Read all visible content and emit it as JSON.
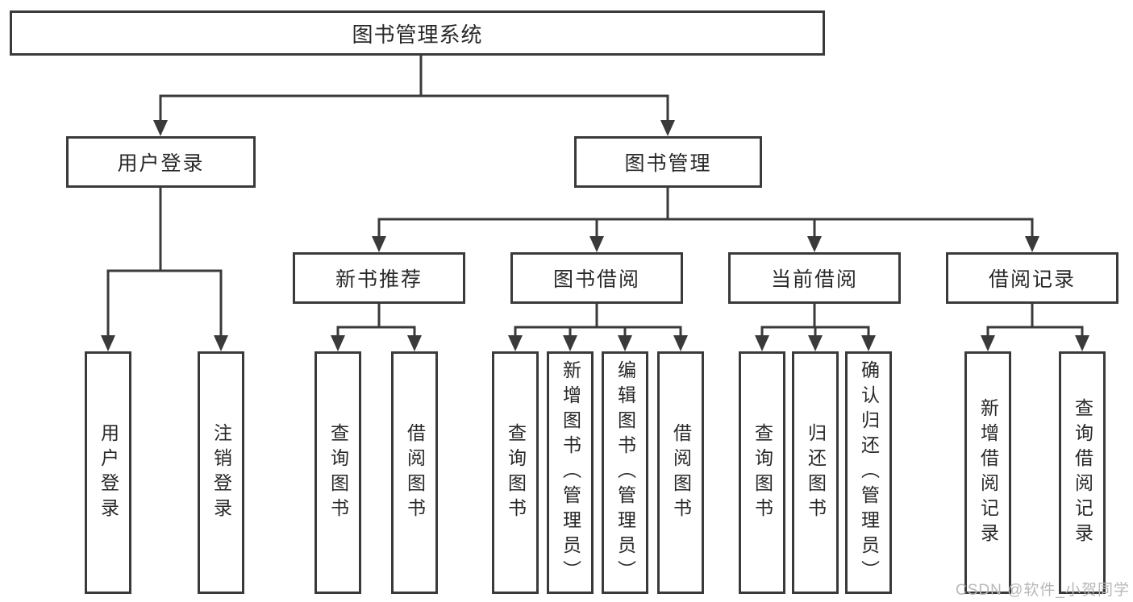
{
  "tree": {
    "root": {
      "label": "图书管理系统",
      "children": [
        {
          "label": "用户登录",
          "children": [
            {
              "label": "用户登录"
            },
            {
              "label": "注销登录"
            }
          ]
        },
        {
          "label": "图书管理",
          "children": [
            {
              "label": "新书推荐",
              "children": [
                {
                  "label": "查询图书"
                },
                {
                  "label": "借阅图书"
                }
              ]
            },
            {
              "label": "图书借阅",
              "children": [
                {
                  "label": "查询图书"
                },
                {
                  "label": "新增图书（管理员）"
                },
                {
                  "label": "编辑图书（管理员）"
                },
                {
                  "label": "借阅图书"
                }
              ]
            },
            {
              "label": "当前借阅",
              "children": [
                {
                  "label": "查询图书"
                },
                {
                  "label": "归还图书"
                },
                {
                  "label": "确认归还（管理员）"
                }
              ]
            },
            {
              "label": "借阅记录",
              "children": [
                {
                  "label": "新增借阅记录"
                },
                {
                  "label": "查询借阅记录"
                }
              ]
            }
          ]
        }
      ]
    }
  },
  "watermark": {
    "text": "CSDN @软件_小贺同学"
  },
  "colors": {
    "line": "#3a3a3a",
    "text": "#282828",
    "box-fill": "#ffffff",
    "page-bg": "#ffffff",
    "watermark": "#b8b8b8"
  }
}
